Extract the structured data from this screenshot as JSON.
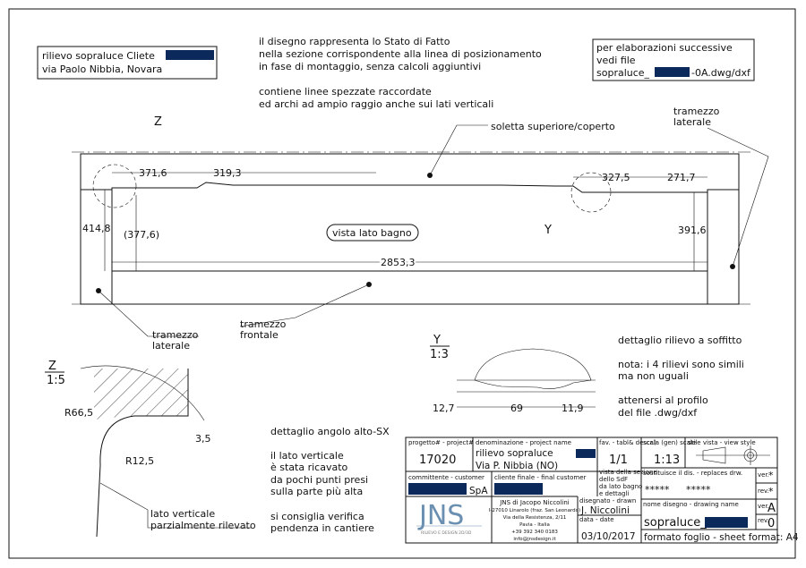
{
  "notes": {
    "client_box": [
      "rilievo sopraluce Cliete",
      "via Paolo Nibbia, Novara"
    ],
    "description": [
      "il disegno rappresenta lo Stato di Fatto",
      "nella sezione corrispondente alla linea di posizionamento",
      "in fase di montaggio, senza calcoli aggiuntivi",
      "contiene linee spezzate raccordate",
      "ed archi ad ampio raggio anche sui lati verticali"
    ],
    "file_box": [
      "per elaborazioni successive",
      "vedi file",
      "sopraluce_",
      "-0A.dwg/dxf"
    ]
  },
  "section": {
    "labels": {
      "slab": "soletta superiore/coperto",
      "side_wall_right": [
        "tramezzo",
        "laterale"
      ],
      "side_wall_left": [
        "tramezzo",
        "laterale"
      ],
      "front_wall": [
        "tramezzo",
        "frontale"
      ],
      "view": "vista lato bagno",
      "detail_z": "Z",
      "detail_y": "Y"
    },
    "dims": {
      "a": "371,6",
      "b": "319,3",
      "c": "327,5",
      "d": "271,7",
      "left_h": "414,8",
      "left_inner": "(377,6)",
      "right_h": "391,6",
      "width": "2853,3"
    }
  },
  "detail_z": {
    "title": "Z",
    "scale": "1:5",
    "dims": {
      "r1": "R66,5",
      "r2": "R12,5",
      "h": "3,5"
    },
    "label": [
      "lato verticale",
      "parzialmente rilevato"
    ],
    "notes": [
      "dettaglio angolo alto-SX",
      "il lato verticale",
      "è stata ricavato",
      "da pochi punti presi",
      "sulla parte più alta",
      "si consiglia verifica",
      "pendenza in cantiere"
    ]
  },
  "detail_y": {
    "title": "Y",
    "scale": "1:3",
    "dims": {
      "left": "12,7",
      "mid": "69",
      "right": "11,9"
    },
    "notes": [
      "dettaglio rilievo a soffitto",
      "nota: i 4 rilievi sono simili",
      "ma non uguali",
      "attenersi al profilo",
      "del file .dwg/dxf"
    ]
  },
  "title_block": {
    "project_label": "progetto# - project#",
    "project": "17020",
    "name_label": "denominazione - project name",
    "name1": "rilievo sopraluce",
    "name2": "Via P. Nibbia (NO)",
    "sheet_label": "fav. - tabl& descr.)",
    "sheet": "1/1",
    "sheet_desc": [
      "vista della sezione",
      "dello SdF",
      "da lato bagno",
      "e dettagli"
    ],
    "scale_label": "scala (gen) scale",
    "scale": "1:13",
    "view_style_label": "stile vista - view style",
    "customer_label": "committente - customer",
    "customer_suffix": "SpA",
    "final_label": "cliente finale - final customer",
    "replaces_label": "sostituisce il dis. - replaces drw.",
    "replaces": [
      "*****",
      "*****"
    ],
    "ver_label": "ver.",
    "ver1": "*",
    "rev_label": "rev.",
    "rev1": "*",
    "logo": "JNS",
    "logo_sub": "RILIEVO E DESIGN 2D/3D",
    "company": [
      "JNS di Jacopo Niccolini",
      "I-27010 Linarolo (fraz. San Leonardo)",
      "Via della Resistenza, 2/11",
      "Pavia - Italia",
      "+39 392 340 0183",
      "info@jnsdesign.it"
    ],
    "drawn_label": "disegnato - drawn",
    "drawn": "J. Niccolini",
    "date_label": "data - date",
    "date": "03/10/2017",
    "drawing_name_label": "nome disegno - drawing name",
    "drawing_name": "sopraluce_",
    "ver2": "A",
    "rev2": "0",
    "format": "formato foglio - sheet format: A4"
  }
}
